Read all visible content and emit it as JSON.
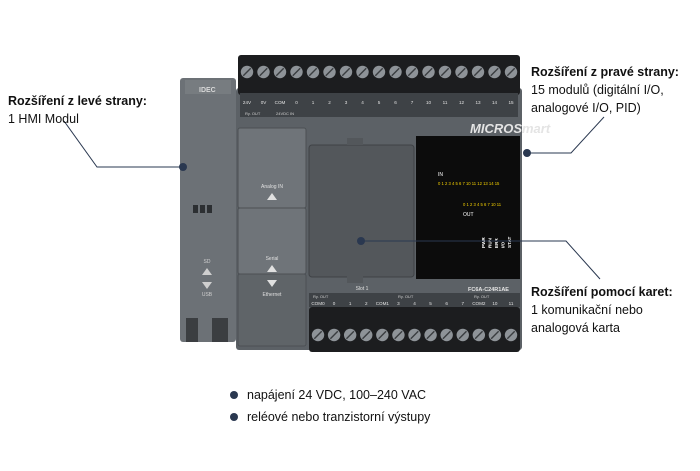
{
  "brand": "IDEC",
  "series": "MICROSmart",
  "model": "FC6A-C24R1AE",
  "module": {
    "ports": {
      "analog": "Analog IN",
      "serial": "Serial",
      "ethernet": "Ethernet",
      "sd": "SD",
      "usb": "USB",
      "slot": "Slot 1"
    },
    "terminals_top": [
      "24V",
      "0V",
      "COM",
      "0",
      "1",
      "2",
      "3",
      "4",
      "5",
      "6",
      "7",
      "10",
      "11",
      "12",
      "13",
      "14",
      "15"
    ],
    "terminals_top_caption": [
      "Ry. OUT",
      "24VDC IN"
    ],
    "terminals_bottom": [
      "COM0",
      "0",
      "1",
      "2",
      "COM1",
      "3",
      "4",
      "5",
      "6",
      "7",
      "COM2",
      "10",
      "11"
    ],
    "terminals_bottom_caption": [
      "Ry. OUT",
      "Ry. OUT",
      "Ry. OUT"
    ],
    "status": {
      "in_label": "IN",
      "in_numbers": "0 1 2 3 4 5 6 7 10 11 12 13 14 15",
      "out_label": "OUT",
      "out_numbers": "0 1 2 3 4 5 6 7 10 11",
      "leds": [
        "PWR",
        "RUN",
        "ERR",
        "I/O",
        "STAT"
      ]
    }
  },
  "callouts": {
    "left": {
      "title": "Rozšíření z levé strany:",
      "lines": [
        "1 HMI Modul"
      ]
    },
    "right": {
      "title": "Rozšíření z pravé strany:",
      "lines": [
        "15 modulů (digitální I/O,",
        "analogové I/O, PID)"
      ]
    },
    "card": {
      "title": "Rozšíření pomocí karet:",
      "lines": [
        "1 komunikační nebo",
        "analogová karta"
      ]
    }
  },
  "bullets": [
    "napájení 24 VDC, 100–240 VAC",
    "reléové nebo tranzistorní výstupy"
  ],
  "colors": {
    "accent": "#2a3850",
    "body": "#5c6166",
    "panel": "#0c0c0c",
    "led_text": "#f5d000"
  }
}
